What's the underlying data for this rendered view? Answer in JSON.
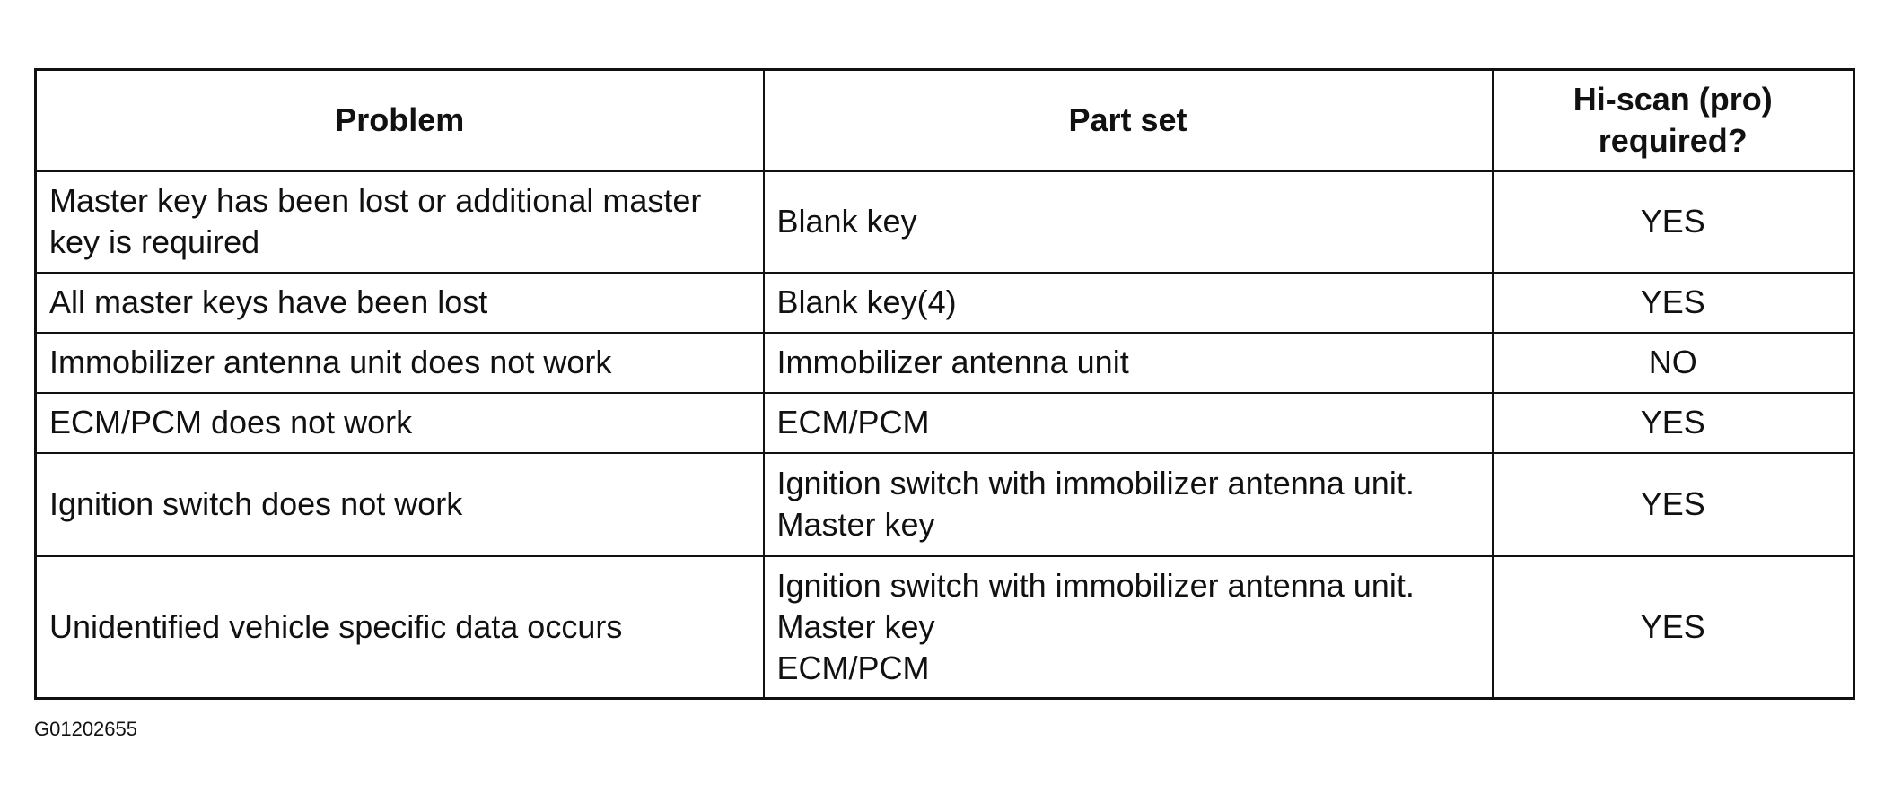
{
  "table": {
    "headers": {
      "problem": "Problem",
      "part_set": "Part set",
      "required": "Hi-scan (pro) required?"
    },
    "rows": [
      {
        "problem": "Master key has been lost or additional master key is required",
        "part_set": [
          "Blank key"
        ],
        "required": "YES"
      },
      {
        "problem": "All master keys have been lost",
        "part_set": [
          "Blank key(4)"
        ],
        "required": "YES"
      },
      {
        "problem": "Immobilizer antenna unit does not work",
        "part_set": [
          "Immobilizer antenna unit"
        ],
        "required": "NO"
      },
      {
        "problem": "ECM/PCM does not work",
        "part_set": [
          "ECM/PCM"
        ],
        "required": "YES"
      },
      {
        "problem": "Ignition switch does not work",
        "part_set": [
          "Ignition switch with immobilizer antenna unit.",
          "Master key"
        ],
        "required": "YES"
      },
      {
        "problem": "Unidentified vehicle specific data occurs",
        "part_set": [
          "Ignition switch with immobilizer antenna unit.",
          "Master key",
          "ECM/PCM"
        ],
        "required": "YES"
      }
    ]
  },
  "figure_id": "G01202655"
}
